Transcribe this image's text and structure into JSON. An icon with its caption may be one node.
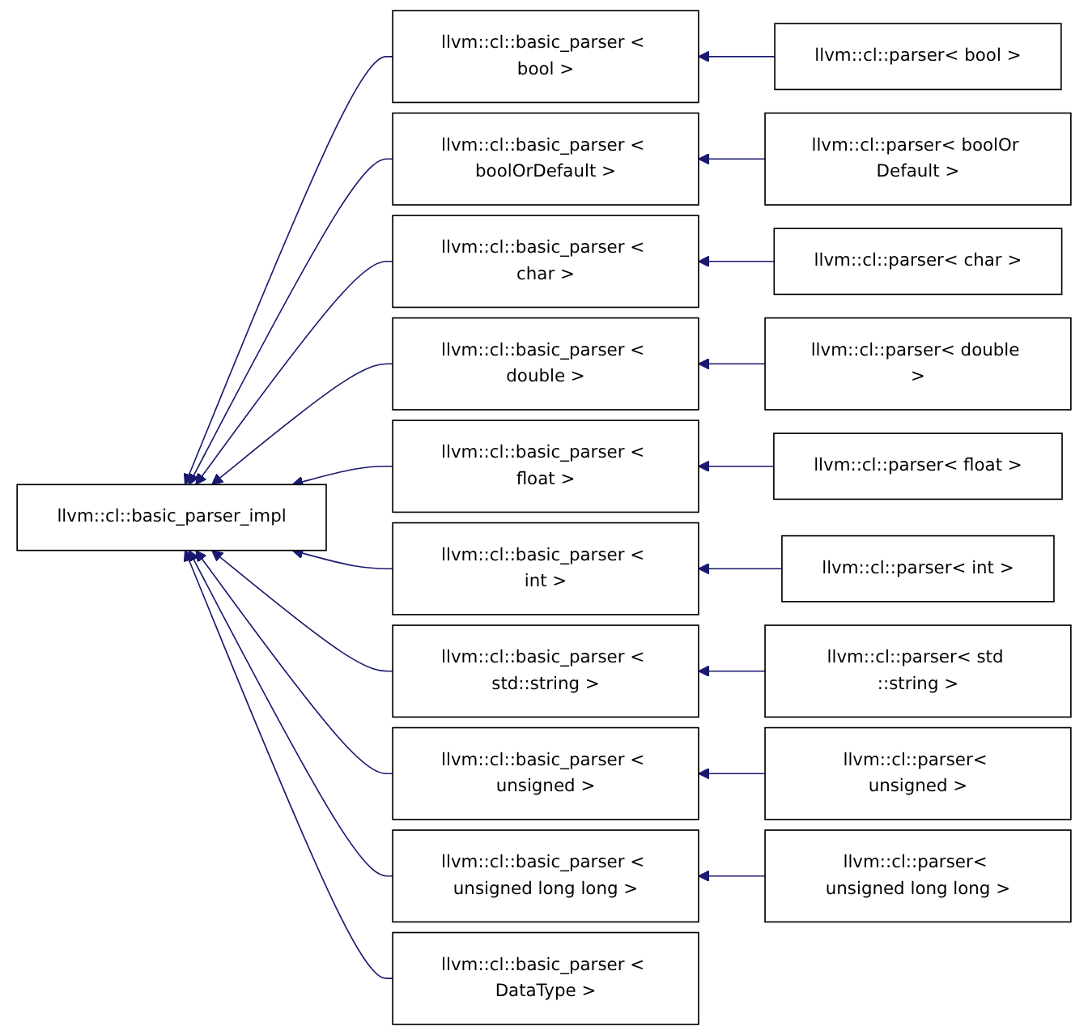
{
  "diagram": {
    "nodes": [
      {
        "text": [
          "llvm::cl::basic_parser_impl"
        ]
      },
      {
        "text": [
          "llvm::cl::basic_parser < bool >"
        ]
      },
      {
        "text": [
          "llvm::cl::parser< bool >"
        ]
      },
      {
        "text": [
          "llvm::cl::basic_parser < boolOrDefault >"
        ]
      },
      {
        "text": [
          "llvm::cl::parser< boolOr Default >"
        ]
      },
      {
        "text": [
          "llvm::cl::basic_parser < char >"
        ]
      },
      {
        "text": [
          "llvm::cl::parser< char >"
        ]
      },
      {
        "text": [
          "llvm::cl::basic_parser < double >"
        ]
      },
      {
        "text": [
          "llvm::cl::parser< double >"
        ]
      },
      {
        "text": [
          "llvm::cl::basic_parser < float >"
        ]
      },
      {
        "text": [
          "llvm::cl::parser< float >"
        ]
      },
      {
        "text": [
          "llvm::cl::basic_parser < int >"
        ]
      },
      {
        "text": [
          "llvm::cl::parser< int >"
        ]
      },
      {
        "text": [
          "llvm::cl::basic_parser < std::string >"
        ]
      },
      {
        "text": [
          "llvm::cl::parser< std ::string >"
        ]
      },
      {
        "text": [
          "llvm::cl::basic_parser < unsigned >"
        ]
      },
      {
        "text": [
          "llvm::cl::parser< unsigned >"
        ]
      },
      {
        "text": [
          "llvm::cl::basic_parser < unsigned long long >"
        ]
      },
      {
        "text": [
          "llvm::cl::parser< unsigned long long >"
        ]
      },
      {
        "text": [
          "llvm::cl::basic_parser < DataType >"
        ]
      }
    ],
    "edges": [
      {
        "from": 1,
        "to": 0,
        "arrow": "to"
      },
      {
        "from": 2,
        "to": 1,
        "arrow": "to"
      },
      {
        "from": 3,
        "to": 0,
        "arrow": "to"
      },
      {
        "from": 4,
        "to": 3,
        "arrow": "to"
      },
      {
        "from": 5,
        "to": 0,
        "arrow": "to"
      },
      {
        "from": 6,
        "to": 5,
        "arrow": "to"
      },
      {
        "from": 7,
        "to": 0,
        "arrow": "to"
      },
      {
        "from": 8,
        "to": 7,
        "arrow": "to"
      },
      {
        "from": 9,
        "to": 0,
        "arrow": "to"
      },
      {
        "from": 10,
        "to": 9,
        "arrow": "to"
      },
      {
        "from": 11,
        "to": 0,
        "arrow": "to"
      },
      {
        "from": 12,
        "to": 11,
        "arrow": "to"
      },
      {
        "from": 13,
        "to": 0,
        "arrow": "to"
      },
      {
        "from": 14,
        "to": 13,
        "arrow": "to"
      },
      {
        "from": 15,
        "to": 0,
        "arrow": "to"
      },
      {
        "from": 16,
        "to": 15,
        "arrow": "to"
      },
      {
        "from": 17,
        "to": 0,
        "arrow": "to"
      },
      {
        "from": 18,
        "to": 17,
        "arrow": "to"
      },
      {
        "from": 19,
        "to": 0,
        "arrow": "to"
      }
    ]
  }
}
